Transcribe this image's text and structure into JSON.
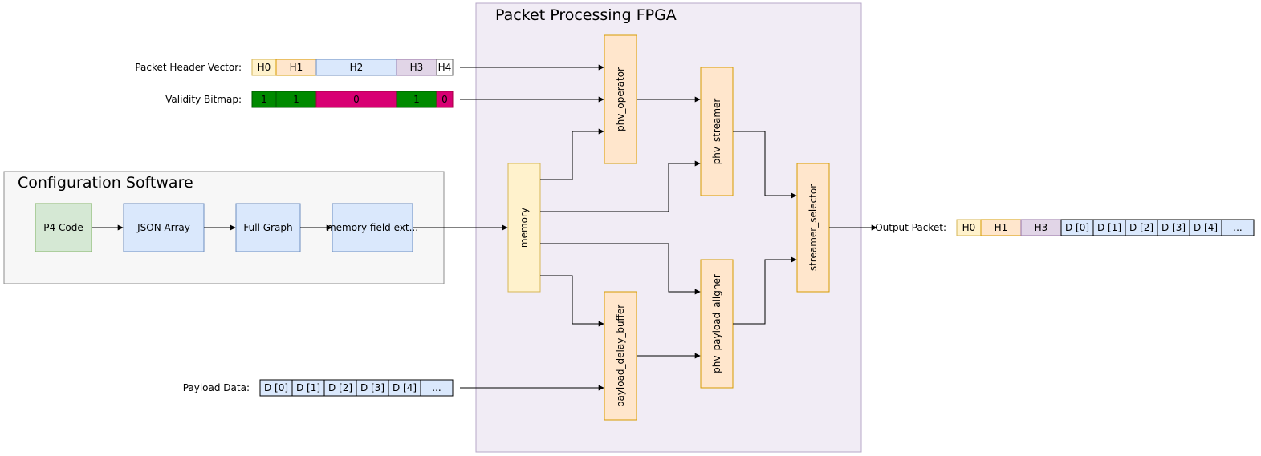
{
  "fpga": {
    "title": "Packet Processing FPGA"
  },
  "config": {
    "title": "Configuration Software",
    "nodes": {
      "p4": "P4 Code",
      "json": "JSON Array",
      "graph": "Full Graph",
      "memfield": "memory field ext..."
    }
  },
  "inputs": {
    "phv": {
      "label": "Packet Header Vector:",
      "cells": [
        "H0",
        "H1",
        "H2",
        "H3",
        "H4"
      ]
    },
    "validity": {
      "label": "Validity Bitmap:",
      "cells": [
        "1",
        "1",
        "0",
        "1",
        "0"
      ]
    },
    "payload": {
      "label": "Payload Data:",
      "cells": [
        "D [0]",
        "D [1]",
        "D [2]",
        "D [3]",
        "D [4]",
        "..."
      ]
    }
  },
  "modules": {
    "memory": "memory",
    "phv_operator": "phv_operator",
    "phv_streamer": "phv_streamer",
    "streamer_selector": "streamer_selector",
    "phv_payload_aligner": "phv_payload_aligner",
    "payload_delay_buffer": "payload_delay_buffer"
  },
  "output": {
    "label": "Output Packet:",
    "cells": [
      "H0",
      "H1",
      "H3",
      "D [0]",
      "D [1]",
      "D [2]",
      "D [3]",
      "D [4]",
      "..."
    ]
  },
  "colors": {
    "fpga_fill": "#f1ecf5",
    "fpga_stroke": "#b7a7c8",
    "config_fill": "#f7f7f7",
    "config_stroke": "#8c8c8c",
    "p4_fill": "#d5e8d4",
    "p4_stroke": "#82b366",
    "blue_fill": "#dae8fc",
    "blue_stroke": "#6c8ebf",
    "memory_fill": "#fff2cc",
    "memory_stroke": "#d6b656",
    "orange_fill": "#ffe6cc",
    "orange_stroke": "#d79b00",
    "h0_fill": "#fff2cc",
    "h1_fill": "#ffe6cc",
    "h3_fill": "#e1d5e7",
    "valid_green": "#008a00",
    "valid_magenta": "#d80073"
  }
}
